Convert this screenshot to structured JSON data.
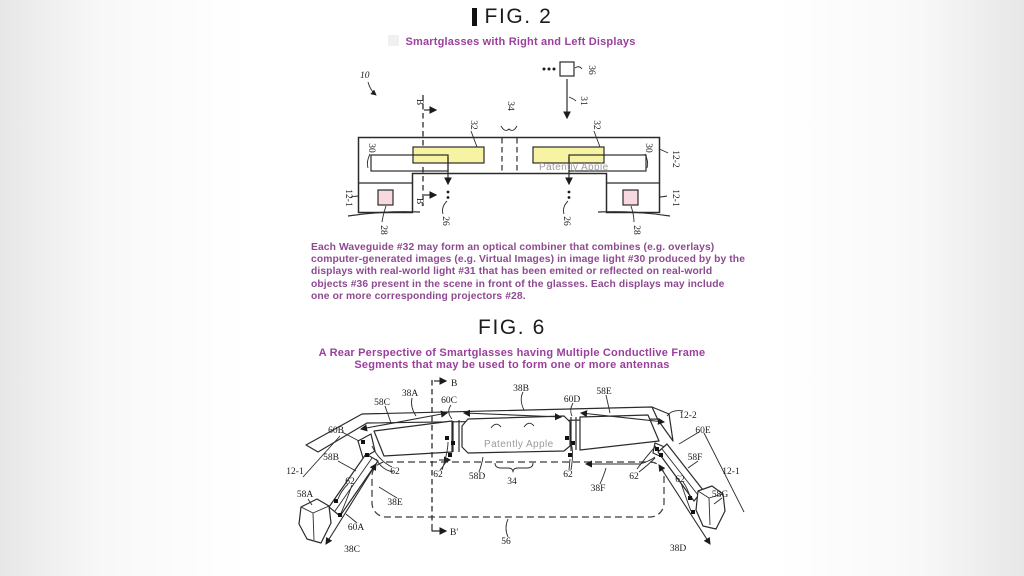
{
  "fig2": {
    "title": "FIG. 2",
    "subtitle": "Smartglasses with Right and Left Displays",
    "watermark": "Patently Apple",
    "caption": "Each Waveguide #32 may form an optical combiner that combines (e.g. overlays) computer-generated images (e.g. Virtual Images) in image light #30 produced by by the displays with real-world light #31 that has been emited or reflected on real-world objects #36 present in the scene in front of the glasses. Each displays may include one or more corresponding projectors #28.",
    "labels": {
      "n10": "10",
      "n36": "36",
      "n31": "31",
      "b": "B",
      "b_prime": "B'",
      "n32": "32",
      "n34": "34",
      "n30": "30",
      "n26": "26",
      "n28": "28",
      "n12_1": "12-1",
      "n12_2": "12-2"
    }
  },
  "fig6": {
    "title": "FIG. 6",
    "subtitle_line1": "A Rear Perspective of Smartglasses having Multiple Conductlive Frame",
    "subtitle_line2": "Segments that may be used to form one or more antennas",
    "watermark": "Patently Apple",
    "labels": {
      "b": "B",
      "b_prime": "B'",
      "n12_1": "12-1",
      "n12_2": "12-2",
      "n34": "34",
      "n56": "56",
      "n62": "62",
      "n38a": "38A",
      "n38b": "38B",
      "n38c": "38C",
      "n38d": "38D",
      "n38e": "38E",
      "n38f": "38F",
      "n58a": "58A",
      "n58b": "58B",
      "n58c": "58C",
      "n58d": "58D",
      "n58e": "58E",
      "n58f": "58F",
      "n58g": "58G",
      "n60a": "60A",
      "n60b": "60B",
      "n60c": "60C",
      "n60d": "60D",
      "n60e": "60E"
    }
  },
  "colors": {
    "accent_purple_heading": "#9b3f9c",
    "accent_purple_body": "#8e4a90",
    "waveguide_yellow": "#f6f3a2",
    "projector_pink": "#f8d9df",
    "line_black": "#2b2b2b",
    "watermark_gray": "#9b9b9b"
  }
}
